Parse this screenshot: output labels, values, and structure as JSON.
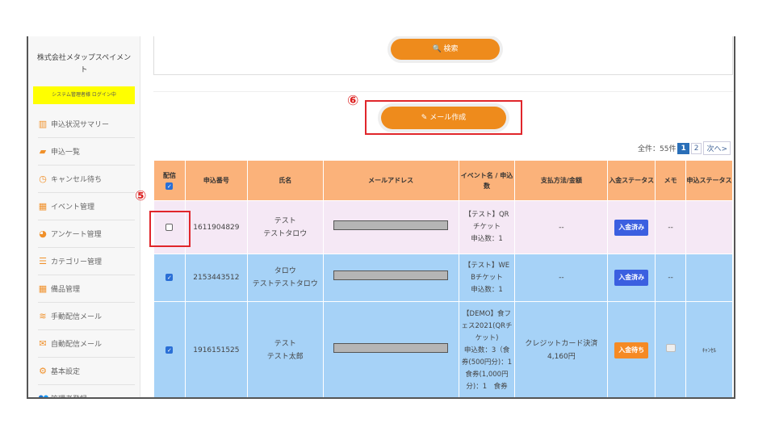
{
  "sidebar": {
    "company": "株式会社メタップスペイメント",
    "login_status": "システム管理者様 ログイン中",
    "items": [
      {
        "label": "申込状況サマリー",
        "icon": "bar-chart-icon"
      },
      {
        "label": "申込一覧",
        "icon": "book-icon"
      },
      {
        "label": "キャンセル待ち",
        "icon": "clock-icon"
      },
      {
        "label": "イベント管理",
        "icon": "grid-icon"
      },
      {
        "label": "アンケート管理",
        "icon": "pie-chart-icon"
      },
      {
        "label": "カテゴリー管理",
        "icon": "list-icon"
      },
      {
        "label": "備品管理",
        "icon": "grid-icon"
      },
      {
        "label": "手動配信メール",
        "icon": "rss-icon"
      },
      {
        "label": "自動配信メール",
        "icon": "envelope-icon"
      },
      {
        "label": "基本設定",
        "icon": "gears-icon"
      },
      {
        "label": "管理者登録",
        "icon": "users-icon"
      }
    ]
  },
  "search_button": "検索",
  "mail_button": "メール作成",
  "annotations": {
    "five": "⑤",
    "six": "⑥"
  },
  "pager": {
    "total": "全件：55件",
    "pages": [
      "1",
      "2"
    ],
    "next": "次へ>"
  },
  "table": {
    "headers": [
      "配信",
      "申込番号",
      "氏名",
      "メールアドレス",
      "イベント名 / 申込数",
      "支払方法/金額",
      "入金ステータス",
      "メモ",
      "申込ステータス"
    ],
    "rows": [
      {
        "checked": false,
        "id": "1611904829",
        "name1": "テスト",
        "name2": "テストタロウ",
        "event": [
          "【テスト】QR",
          "チケット",
          "申込数：1"
        ],
        "payment": [
          "--"
        ],
        "status": "入金済み",
        "memo": "--",
        "app_status": ""
      },
      {
        "checked": true,
        "id": "2153443512",
        "name1": "タロウ",
        "name2": "テストテストタロウ",
        "event": [
          "【テスト】WE",
          "Bチケット",
          "申込数：1"
        ],
        "payment": [
          "--"
        ],
        "status": "入金済み",
        "memo": "--",
        "app_status": ""
      },
      {
        "checked": true,
        "id": "1916151525",
        "name1": "テスト",
        "name2": "テスト太郎",
        "event": [
          "【DEMO】食フ",
          "ェス2021(QRチ",
          "ケット)",
          "申込数：3（食",
          "券(500円分)：1",
          "食券(1,000円",
          "分)：1　食券"
        ],
        "payment": [
          "クレジットカード決済",
          "4,160円"
        ],
        "status": "入金待ち",
        "memo": "",
        "app_status": "ｷｬﾝｾﾙ"
      }
    ]
  },
  "colors": {
    "accent": "#ee8b1c",
    "paid": "#3b5fe0",
    "pending": "#f58a24",
    "header": "#fbb27a",
    "row_pink": "#f5e8f5",
    "row_blue": "#a6d2f7"
  }
}
